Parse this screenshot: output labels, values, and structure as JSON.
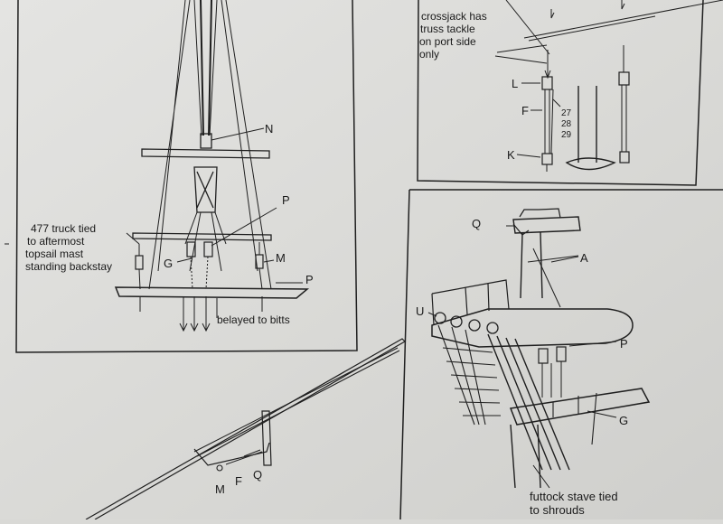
{
  "labels": {
    "panel1": {
      "N": "N",
      "P_upper": "P",
      "M": "M",
      "G": "G",
      "P_lower": "P",
      "truck_note_1": "477 truck tied",
      "truck_note_2": "to aftermost",
      "truck_note_3": "topsail mast",
      "truck_note_4": "standing backstay",
      "belayed": "belayed to bitts"
    },
    "panel2": {
      "crossjack_1": "crossjack has",
      "crossjack_2": "truss tackle",
      "crossjack_3": "on port side",
      "crossjack_4": "only",
      "L": "L",
      "F": "F",
      "K": "K",
      "n27": "27",
      "n28": "28",
      "n29": "29"
    },
    "panel3": {
      "Q": "Q",
      "A": "A",
      "U": "U",
      "P": "P",
      "G": "G",
      "futtock_1": "futtock stave tied",
      "futtock_2": "to shrouds"
    },
    "bottom": {
      "M": "M",
      "F": "F",
      "Q": "Q"
    }
  }
}
